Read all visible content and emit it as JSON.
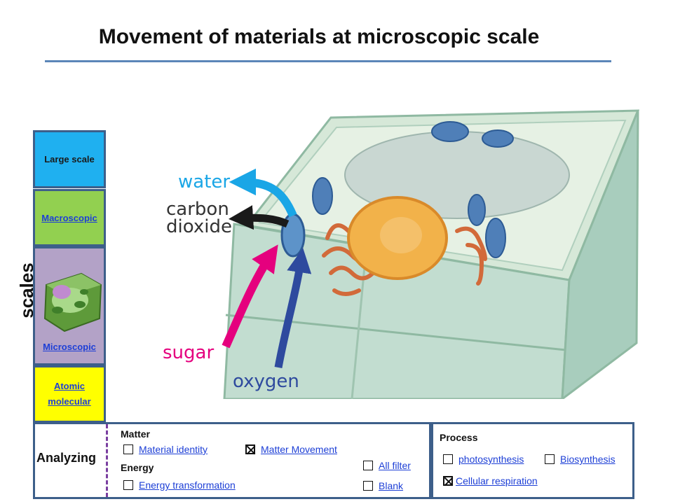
{
  "title": "Movement of materials at microscopic scale",
  "side_label": "scales",
  "scales": {
    "large": "Large scale",
    "macroscopic": "Macroscopic",
    "microscopic": "Microscopic",
    "atomic_line1": "Atomic",
    "atomic_line2": "molecular"
  },
  "diagram": {
    "water": "water",
    "carbon": "carbon",
    "dioxide": "dioxide",
    "sugar": "sugar",
    "oxygen": "oxygen",
    "colors": {
      "water": "#1aa6e6",
      "carbon_dioxide": "#1a1a1a",
      "sugar": "#e5007e",
      "oxygen": "#2e4a9e"
    }
  },
  "analyzing": {
    "label": "Analyzing",
    "matter_heading": "Matter",
    "energy_heading": "Energy",
    "options": {
      "material_identity": {
        "label": "Material identity",
        "checked": false
      },
      "matter_movement": {
        "label": "Matter Movement",
        "checked": true
      },
      "energy_transformation": {
        "label": "Energy transformation",
        "checked": false
      },
      "all_filter": {
        "label": "All filter",
        "checked": false
      },
      "blank": {
        "label": "Blank",
        "checked": false
      }
    }
  },
  "process": {
    "heading": "Process",
    "options": {
      "photosynthesis": {
        "label": "photosynthesis",
        "checked": false
      },
      "biosynthesis": {
        "label": "Biosynthesis",
        "checked": false
      },
      "cellular_respiration": {
        "label": "Cellular respiration",
        "checked": true
      }
    }
  }
}
